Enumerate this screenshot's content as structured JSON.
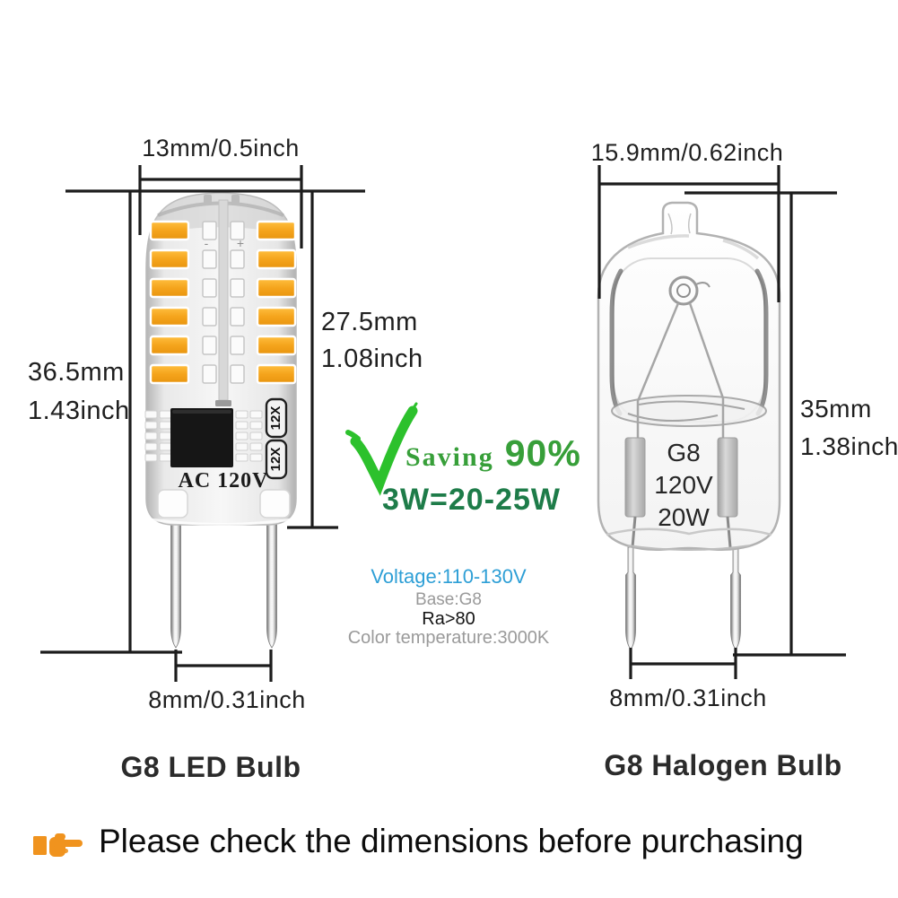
{
  "led": {
    "width_label": "13mm/0.5inch",
    "height_mm": "36.5mm",
    "height_inch": "1.43inch",
    "body_mm": "27.5mm",
    "body_inch": "1.08inch",
    "pin_label": "8mm/0.31inch",
    "marking": "AC 120V",
    "badge": "12X",
    "polarity_minus": "-",
    "polarity_plus": "+",
    "caption": "G8 LED Bulb"
  },
  "halogen": {
    "width_label": "15.9mm/0.62inch",
    "height_mm": "35mm",
    "height_inch": "1.38inch",
    "pin_label": "8mm/0.31inch",
    "marking_line1": "G8",
    "marking_line2": "120V",
    "marking_line3": "20W",
    "caption": "G8 Halogen Bulb"
  },
  "savings": {
    "label": "Saving",
    "percent": "90%",
    "equivalence": "3W=20-25W"
  },
  "specs": {
    "voltage": "Voltage:110-130V",
    "base": "Base:G8",
    "cri": "Ra>80",
    "color_temperature": "Color temperature:3000K"
  },
  "footer": {
    "note": "Please check the dimensions before purchasing"
  },
  "icons": {
    "check": "green-check-icon",
    "hand": "orange-pointing-hand-icon"
  },
  "colors": {
    "saving_green": "#379f39",
    "equivalence_green": "#1e7c49",
    "check_green": "#2cc12c",
    "voltage_blue": "#2e9fd6",
    "spec_gray": "#9a9a9a",
    "led_orange": "#f5a41c",
    "hand_orange": "#f0931e",
    "dimension_line": "#1c1c1c"
  }
}
